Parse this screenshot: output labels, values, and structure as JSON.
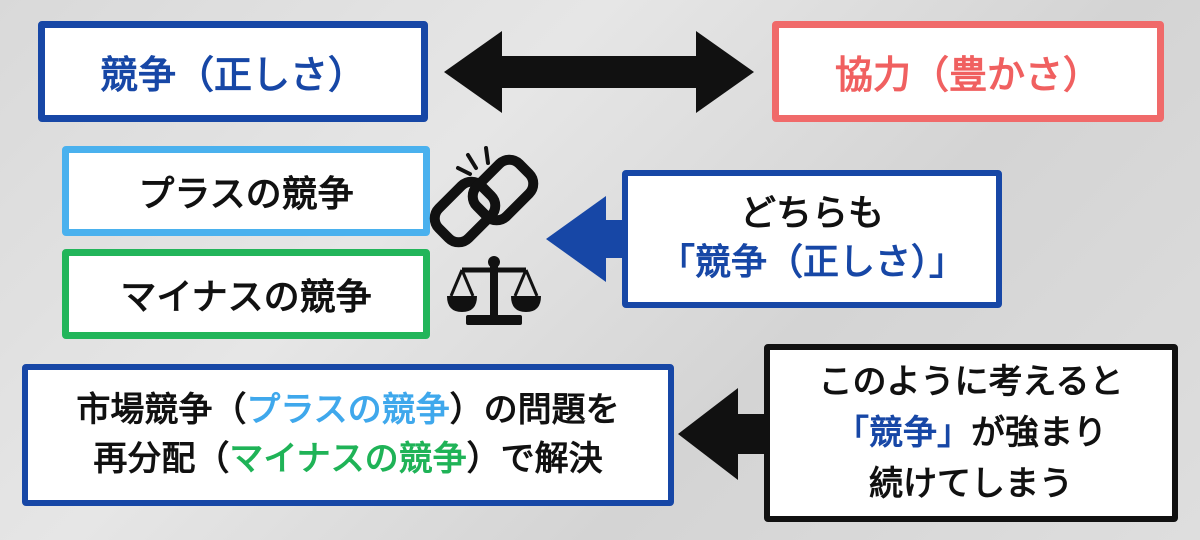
{
  "top": {
    "left_label": "競争（正しさ）",
    "right_label": "協力（豊かさ）"
  },
  "left_boxes": {
    "plus_label": "プラスの競争",
    "minus_label": "マイナスの競争"
  },
  "both_box": {
    "line1": "どちらも",
    "line2": "「競争（正しさ）」"
  },
  "solution_box": {
    "line1_a": "市場競争（",
    "line1_b": "プラスの競争",
    "line1_c": "）の問題を",
    "line2_a": "再分配（",
    "line2_b": "マイナスの競争",
    "line2_c": "）で解決"
  },
  "think_box": {
    "line1": "このように考えると",
    "line2_a": "「競争」",
    "line2_b": "が強まり",
    "line3": "続けてしまう"
  },
  "icons": [
    "broken-chain-icon",
    "scales-icon"
  ],
  "colors": {
    "compete_blue": "#1747a6",
    "coop_red": "#f06a6a",
    "plus_cyan": "#4ab1ee",
    "minus_green": "#22b55a",
    "black": "#111111"
  }
}
